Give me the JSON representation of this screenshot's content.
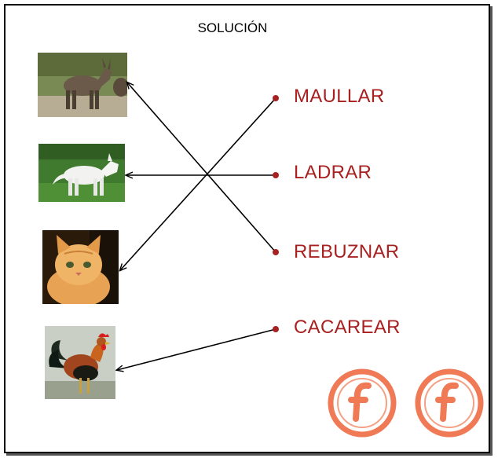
{
  "title": "SOLUCIÓN",
  "verbs": [
    "MAULLAR",
    "LADRAR",
    "REBUZNAR",
    "CACAREAR"
  ],
  "animals": [
    {
      "icon": "donkey-photo"
    },
    {
      "icon": "white-dog-photo"
    },
    {
      "icon": "kitten-photo"
    },
    {
      "icon": "rooster-photo"
    }
  ],
  "matches": [
    {
      "verb": "MAULLAR",
      "animal": "kitten-photo"
    },
    {
      "verb": "LADRAR",
      "animal": "white-dog-photo"
    },
    {
      "verb": "REBUZNAR",
      "animal": "donkey-photo"
    },
    {
      "verb": "CACAREAR",
      "animal": "rooster-photo"
    }
  ],
  "colors": {
    "verb_text": "#a82020",
    "dot": "#a82020",
    "logo": "#f07a55"
  },
  "logos": [
    {
      "icon": "f-logo-icon"
    },
    {
      "icon": "f-logo-icon"
    }
  ]
}
